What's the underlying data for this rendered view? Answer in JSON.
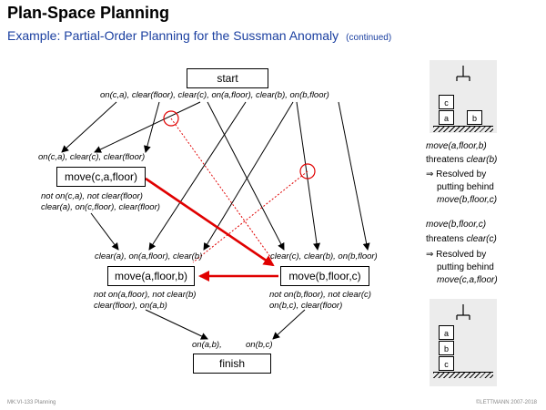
{
  "title": "Plan-Space Planning",
  "subtitle": "Example: Partial-Order Planning for the Sussman Anomaly",
  "subtitle_note": "(continued)",
  "nodes": {
    "start": "start",
    "move_c_a_floor": "move(c,a,floor)",
    "move_a_floor_b": "move(a,floor,b)",
    "move_b_floor_c": "move(b,floor,c)",
    "finish": "finish"
  },
  "labels": {
    "start_effects": "on(c,a), clear(floor), clear(c), on(a,floor), clear(b), on(b,floor)",
    "mc_pre": "on(c,a), clear(c), clear(floor)",
    "mc_eff1": "not on(c,a), not clear(floor)",
    "mc_eff2": "clear(a), on(c,floor), clear(floor)",
    "ma_pre": "clear(a), on(a,floor), clear(b)",
    "mb_pre": "clear(c), clear(b), on(b,floor)",
    "ma_eff1": "not on(a,floor), not clear(b)",
    "ma_eff2": "clear(floor), on(a,b)",
    "mb_eff1": "not on(b,floor), not clear(c)",
    "mb_eff2": "on(b,c), clear(floor)",
    "finish_pre1": "on(a,b),",
    "finish_pre2": "on(b,c)"
  },
  "side": {
    "threat1_action": "move(a,floor,b)",
    "threat1_text": "threatens",
    "threat1_cond": "clear(b)",
    "resolved1_a": "Resolved by",
    "resolved1_b": "putting behind",
    "resolved1_c": "move(b,floor,c)",
    "threat2_action": "move(b,floor,c)",
    "threat2_text": "threatens",
    "threat2_cond": "clear(c)",
    "resolved2_a": "Resolved by",
    "resolved2_b": "putting behind",
    "resolved2_c": "move(c,a,floor)",
    "implies": "⇒",
    "initial_blocks": [
      "c",
      "a",
      "b"
    ],
    "goal_blocks": [
      "a",
      "b",
      "c"
    ]
  },
  "footer": {
    "left": "MK:VI-133   Planning",
    "right": "©LETTMANN 2007-2018"
  },
  "colors": {
    "accent": "#1a3fa0",
    "threat": "#e00000"
  }
}
